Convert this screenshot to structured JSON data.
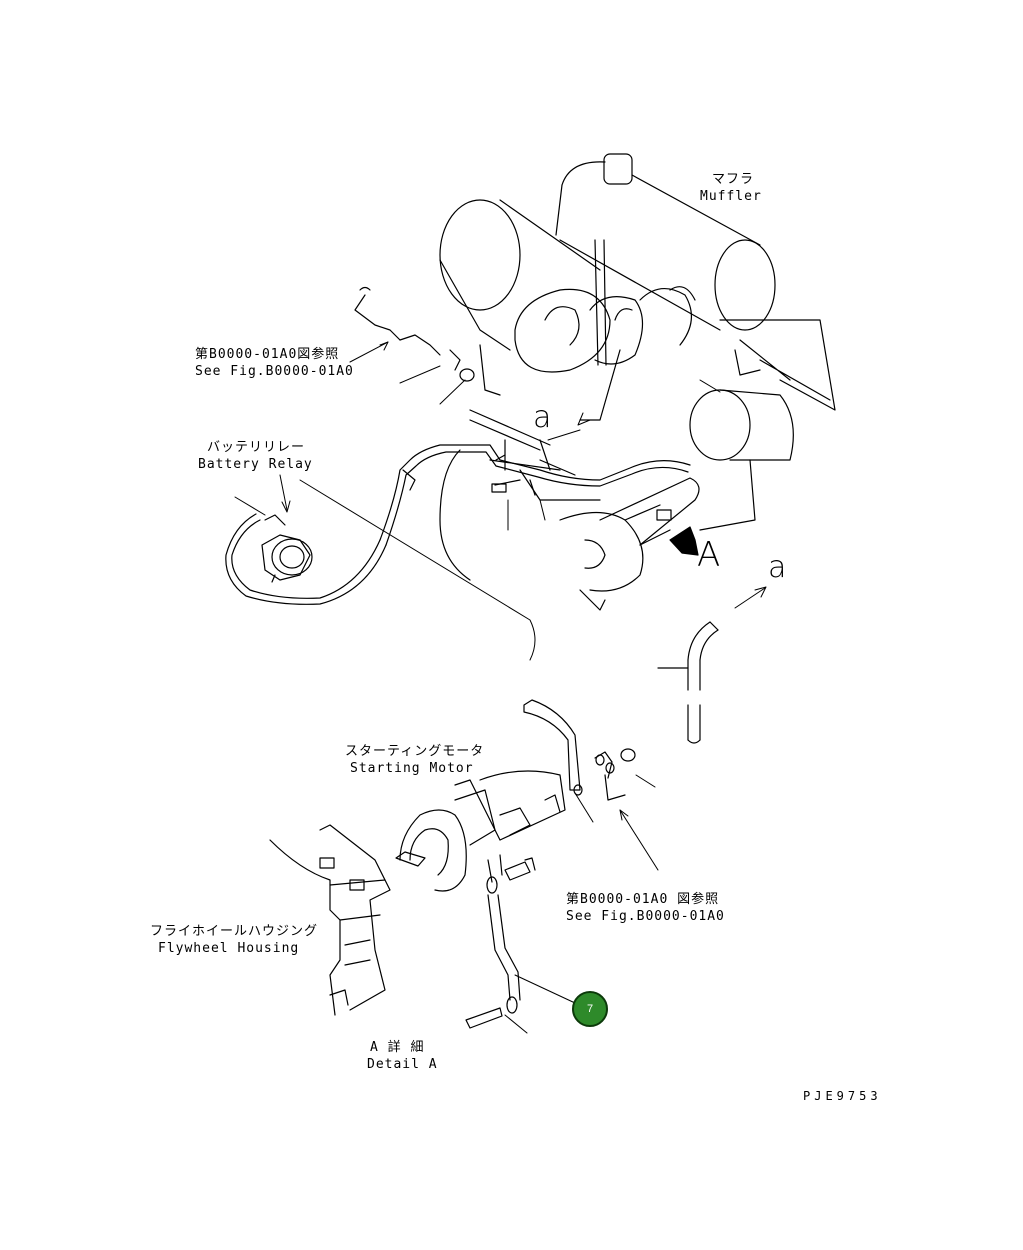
{
  "labels": {
    "muffler_jp": "マフラ",
    "muffler_en": "Muffler",
    "see_fig_top_jp": "第B0000-01A0図参照",
    "see_fig_top_en": "See Fig.B0000-01A0",
    "battery_relay_jp": "バッテリリレー",
    "battery_relay_en": "Battery Relay",
    "view_a": "A",
    "view_a_small": "a",
    "view_a_arrow": "a",
    "starting_motor_jp": "スターティングモータ",
    "starting_motor_en": "Starting Motor",
    "see_fig_bottom_jp": "第B0000-01A0 図参照",
    "see_fig_bottom_en": "See Fig.B0000-01A0",
    "flywheel_jp": "フライホイールハウジング",
    "flywheel_en": "Flywheel Housing",
    "detail_jp": "A 詳 細",
    "detail_en": "Detail A",
    "drawing_no": "PJE9753"
  },
  "callouts": [
    {
      "number": "7",
      "color": "#2e8a2a"
    }
  ]
}
